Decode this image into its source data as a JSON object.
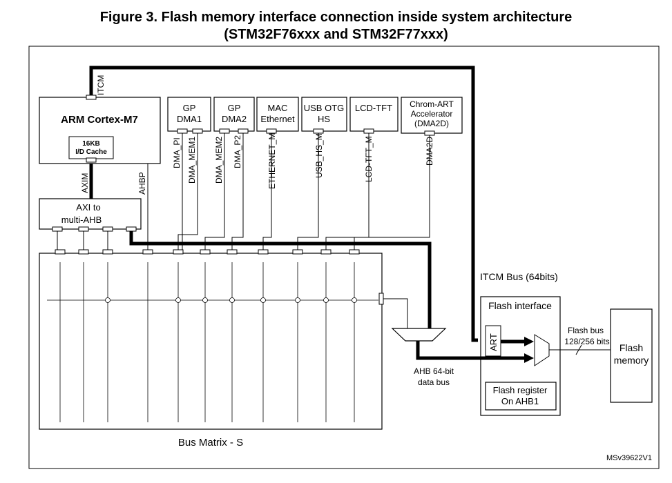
{
  "figure": {
    "title_line1": "Figure 3. Flash memory interface connection inside system architecture",
    "title_line2": "(STM32F76xxx and STM32F77xxx)",
    "ref_code": "MSv39622V1"
  },
  "blocks": {
    "cpu": "ARM Cortex-M7",
    "cache_line1": "16KB",
    "cache_line2": "I/D Cache",
    "axi_line1": "AXI to",
    "axi_line2": "multi-AHB",
    "gp_dma1_line1": "GP",
    "gp_dma1_line2": "DMA1",
    "gp_dma2_line1": "GP",
    "gp_dma2_line2": "DMA2",
    "mac_line1": "MAC",
    "mac_line2": "Ethernet",
    "usb_line1": "USB OTG",
    "usb_line2": "HS",
    "lcd": "LCD-TFT",
    "chrom_line1": "Chrom-ART",
    "chrom_line2": "Accelerator",
    "chrom_line3": "(DMA2D)",
    "bus_matrix": "Bus Matrix - S",
    "flash_interface": "Flash interface",
    "art": "ART",
    "flash_reg_line1": "Flash register",
    "flash_reg_line2": "On AHB1",
    "flash_mem_line1": "Flash",
    "flash_mem_line2": "memory"
  },
  "bus_labels": {
    "itcm": "ITCM",
    "axim": "AXIM",
    "ahbp": "AHBP",
    "dma_pi": "DMA_PI",
    "dma_mem1": "DMA_MEM1",
    "dma_mem2": "DMA_MEM2",
    "dma_p2": "DMA_P2",
    "ethernet_m": "ETHERNET_M",
    "usb_hs_m": "USB_HS_M",
    "lcd_tft_m": "LCD-TFT_M",
    "dma2d": "DMA2D",
    "itcm_bus": "ITCM Bus (64bits)",
    "ahb_line1": "AHB 64-bit",
    "ahb_line2": "data bus",
    "flash_bus_line1": "Flash bus",
    "flash_bus_line2": "128/256 bits"
  },
  "colors": {
    "line": "#000000",
    "background": "#ffffff"
  }
}
